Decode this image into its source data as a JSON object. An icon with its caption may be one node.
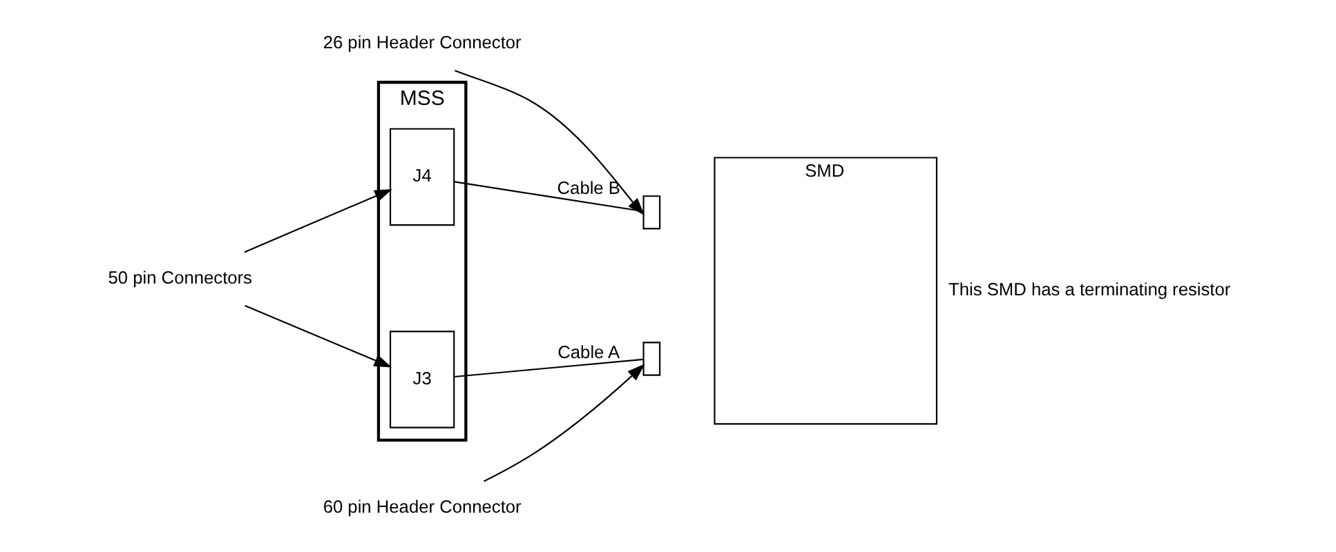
{
  "diagram": {
    "nodes": [
      {
        "text": [
          "MSS"
        ]
      },
      {
        "text": [
          "J4"
        ],
        "in": 0
      },
      {
        "text": [
          "J3"
        ],
        "in": 0
      },
      {
        "text": [
          "SMD"
        ],
        "beside": [
          "This SMD has a terminating resistor"
        ]
      },
      {
        "text": [],
        "shape": "box"
      },
      {
        "text": [],
        "shape": "box"
      },
      {
        "text": [
          "50 pin Connectors"
        ]
      },
      {
        "text": [
          "26 pin Header Connector"
        ]
      },
      {
        "text": [
          "60 pin Header Connector"
        ]
      }
    ],
    "edges": [
      {
        "from": 1,
        "to": 4,
        "arrow": "none",
        "label": "Cable B"
      },
      {
        "from": 2,
        "to": 5,
        "arrow": "none",
        "label": "Cable A"
      },
      {
        "from": 6,
        "to": 1,
        "arrow": "to"
      },
      {
        "from": 6,
        "to": 2,
        "arrow": "to"
      },
      {
        "from": 7,
        "to": 4,
        "arrow": "to"
      },
      {
        "from": 8,
        "to": 5,
        "arrow": "to"
      }
    ]
  }
}
